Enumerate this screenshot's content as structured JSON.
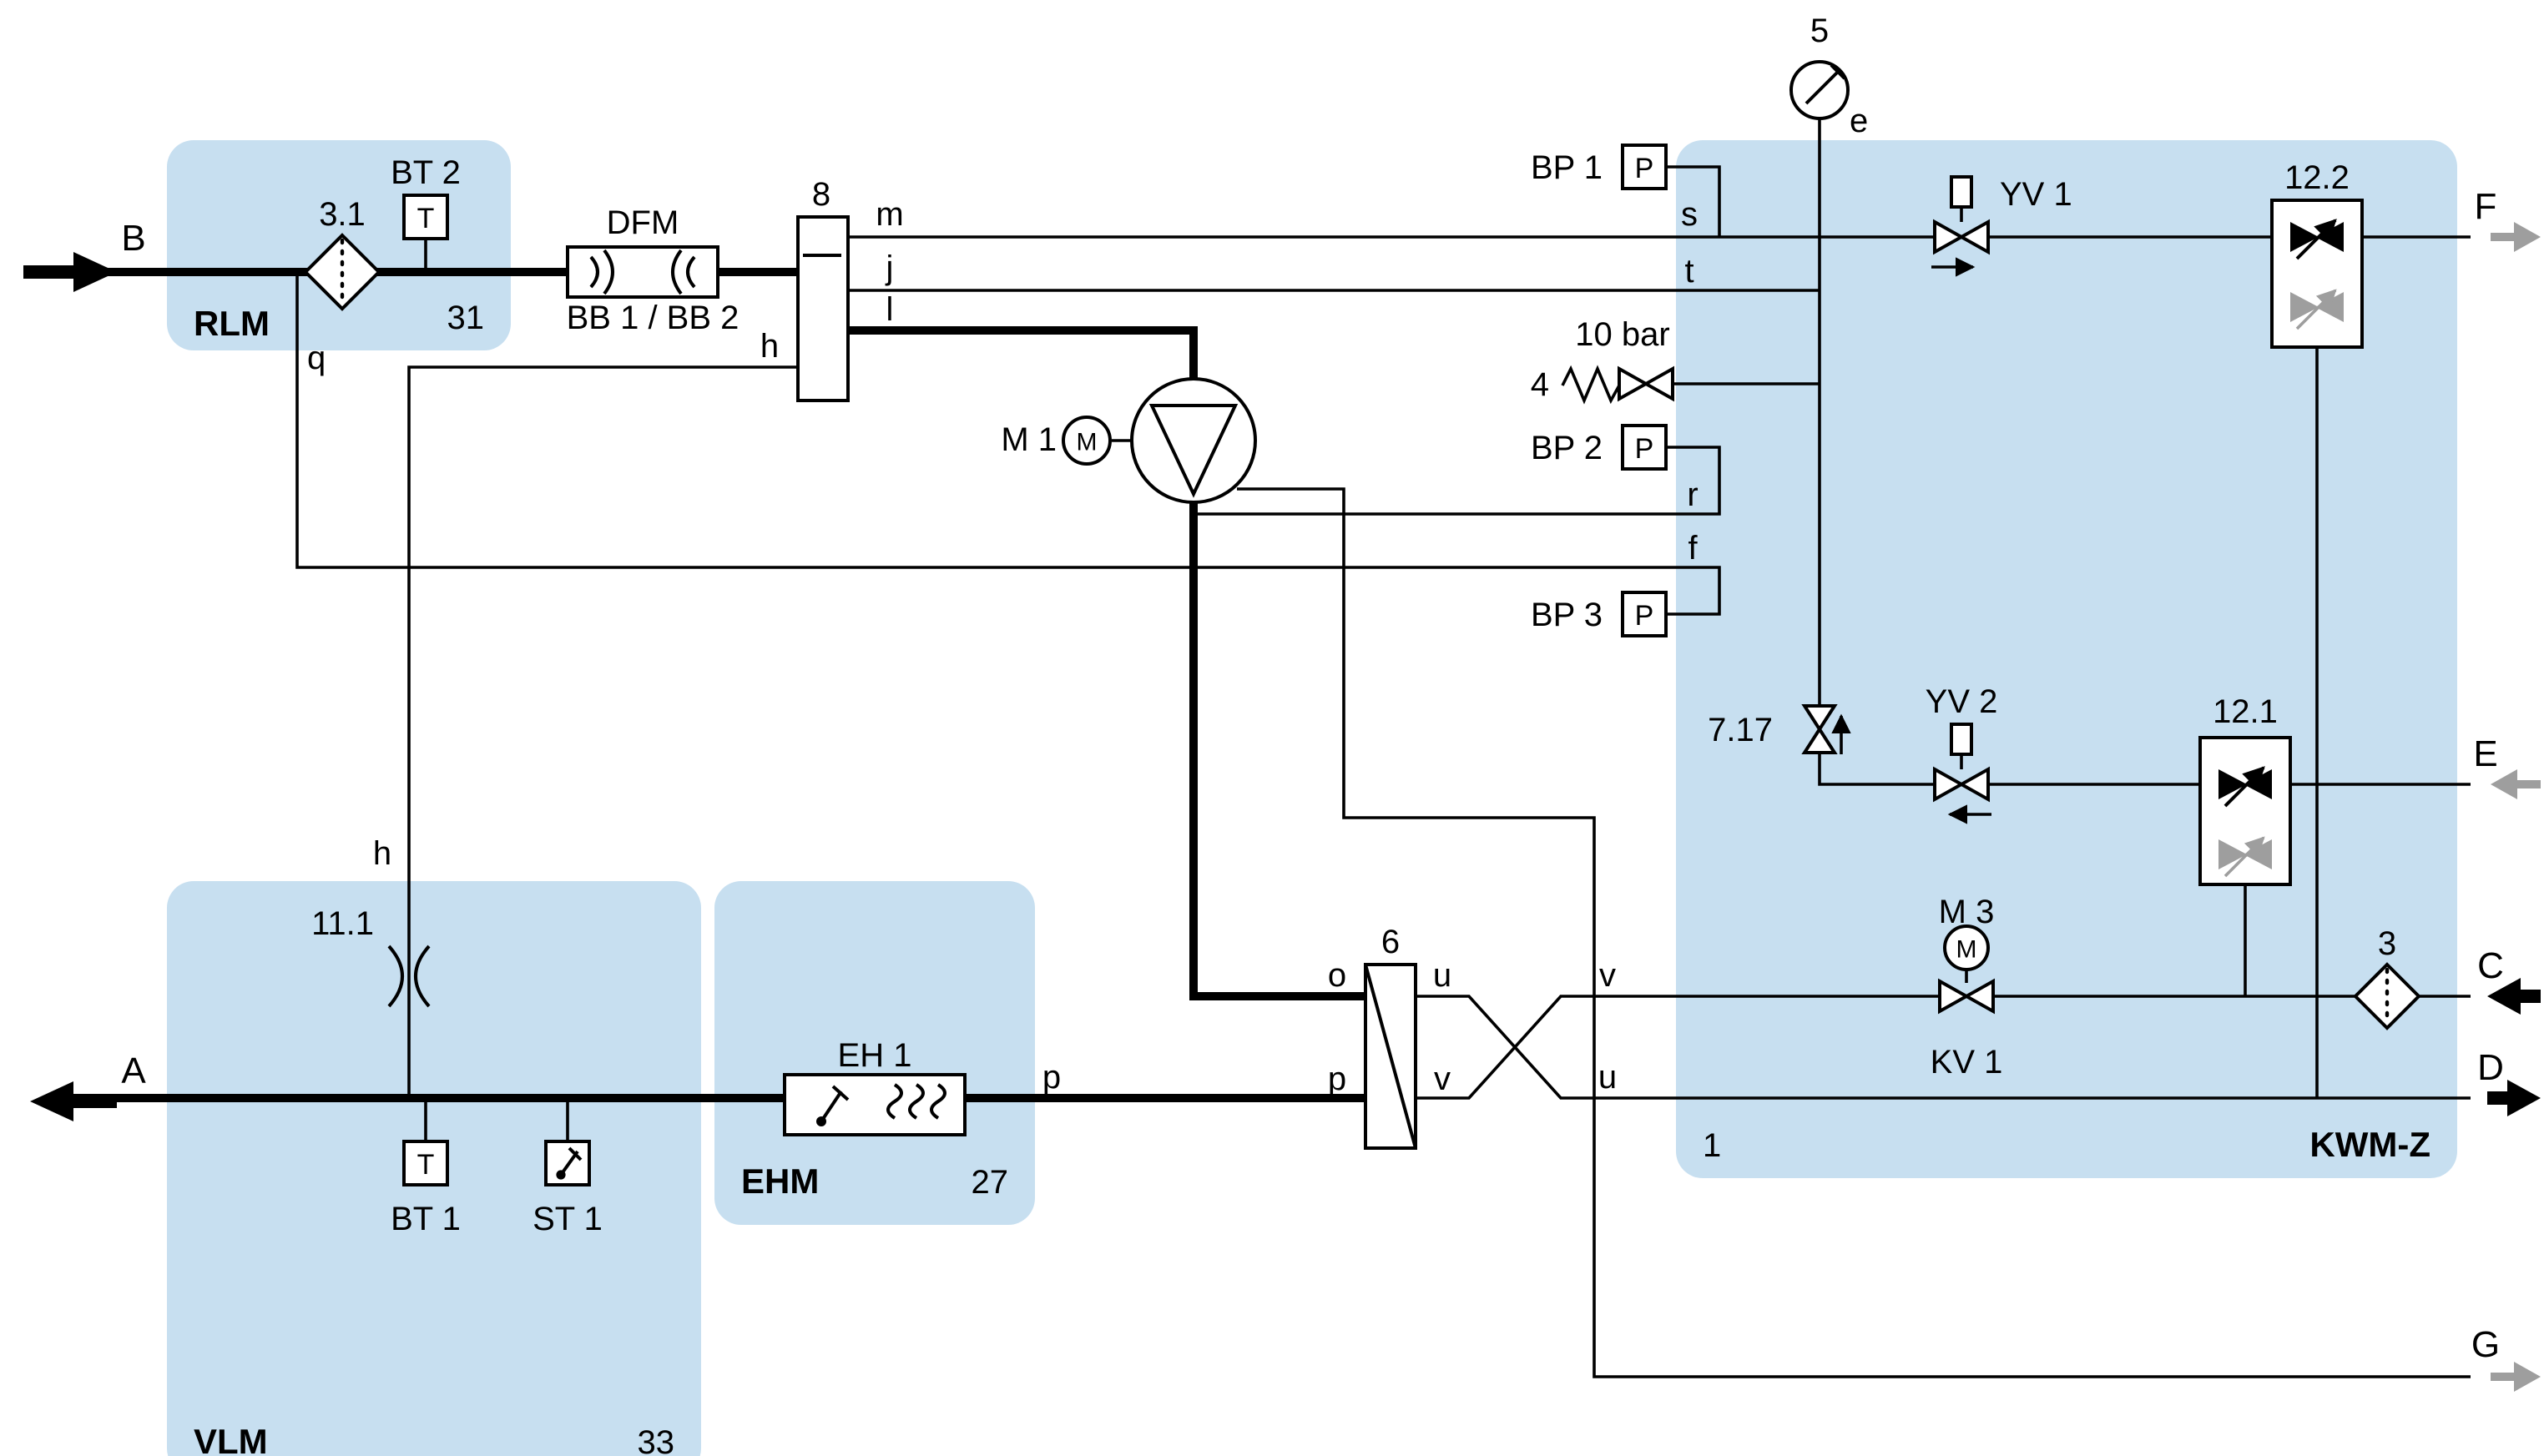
{
  "colors": {
    "region_fill": "#c7dff0",
    "gray": "#9e9e9e",
    "line": "#000000"
  },
  "regions": {
    "rlm": {
      "name": "RLM",
      "number": "31"
    },
    "vlm": {
      "name": "VLM",
      "number": "33"
    },
    "ehm": {
      "name": "EHM",
      "number": "27"
    },
    "kwmz": {
      "name": "KWM-Z",
      "number": "1"
    }
  },
  "ports": {
    "a": "A",
    "b": "B",
    "c": "C",
    "d": "D",
    "e": "E",
    "f": "F",
    "g": "G"
  },
  "line_labels": {
    "m": "m",
    "j": "j",
    "l": "l",
    "h": "h",
    "q": "q",
    "s": "s",
    "t": "t",
    "r": "r",
    "f": "f",
    "e": "e",
    "o": "o",
    "p": "p",
    "u": "u",
    "v": "v"
  },
  "components": {
    "filter_3_1": {
      "label": "3.1"
    },
    "bt2": {
      "label": "BT 2",
      "letter": "T"
    },
    "dfm": {
      "label": "DFM",
      "sublabel": "BB 1 / BB 2"
    },
    "manifold_8": {
      "label": "8"
    },
    "pump_m1": {
      "label": "M 1",
      "letter": "M"
    },
    "gauge_5": {
      "label": "5"
    },
    "bp1": {
      "label": "BP 1",
      "letter": "P"
    },
    "bp2": {
      "label": "BP 2",
      "letter": "P"
    },
    "bp3": {
      "label": "BP 3",
      "letter": "P"
    },
    "relief_4": {
      "label": "4",
      "setting": "10 bar"
    },
    "yv1": {
      "label": "YV 1"
    },
    "yv2": {
      "label": "YV 2"
    },
    "check_12_2": {
      "label": "12.2"
    },
    "check_12_1": {
      "label": "12.1"
    },
    "valve_7_17": {
      "label": "7.17"
    },
    "kv1": {
      "label": "KV 1",
      "motor": "M 3",
      "letter": "M"
    },
    "filter_3": {
      "label": "3"
    },
    "hx_6": {
      "label": "6"
    },
    "coupling_11_1": {
      "label": "11.1"
    },
    "eh1": {
      "label": "EH 1"
    },
    "bt1": {
      "label": "BT 1",
      "letter": "T"
    },
    "st1": {
      "label": "ST 1"
    }
  }
}
